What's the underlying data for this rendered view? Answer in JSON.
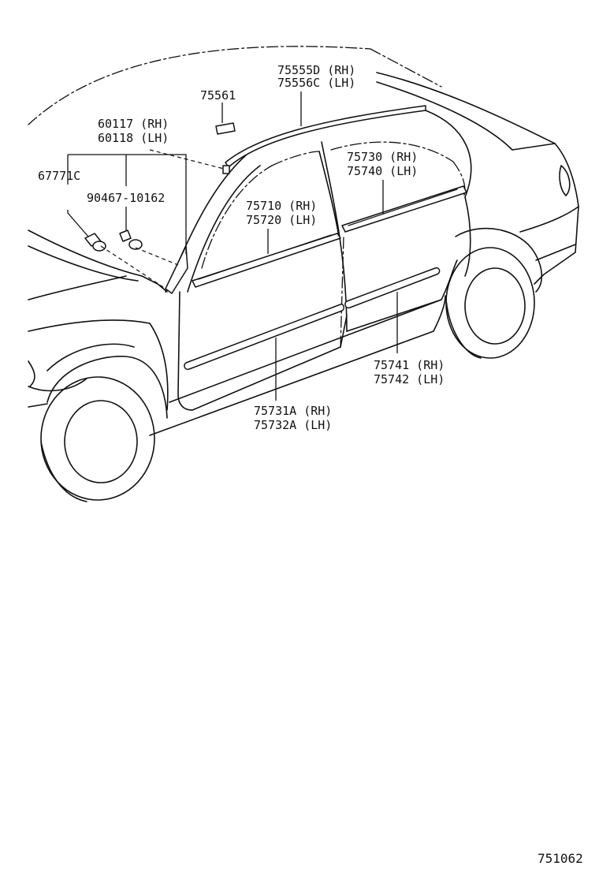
{
  "parts": {
    "roof_molding": {
      "rh": "75555D (RH)",
      "lh": "75556C (LH)"
    },
    "clip_75561": "75561",
    "fender_liner": {
      "rh": "60117 (RH)",
      "lh": "60118 (LH)"
    },
    "clip_67771": "67771C",
    "clip_90467": "90467-10162",
    "front_belt_molding": {
      "rh": "75710 (RH)",
      "lh": "75720 (LH)"
    },
    "rear_belt_molding": {
      "rh": "75730 (RH)",
      "lh": "75740 (LH)"
    },
    "rear_door_molding": {
      "rh": "75741 (RH)",
      "lh": "75742 (LH)"
    },
    "front_door_molding": {
      "rh": "75731A (RH)",
      "lh": "75732A (LH)"
    }
  },
  "diagram_code": "751062"
}
